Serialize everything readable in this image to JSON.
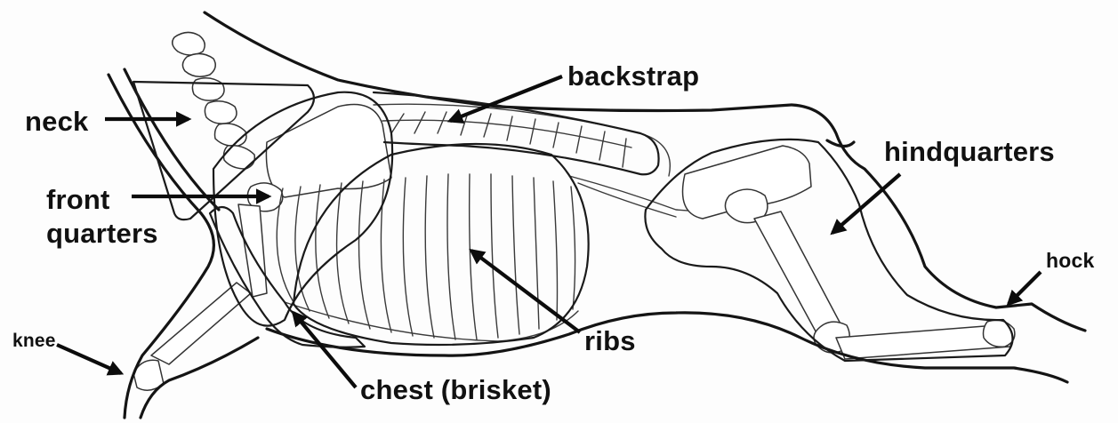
{
  "labels": {
    "neck": "neck",
    "backstrap": "backstrap",
    "hindquarters": "hindquarters",
    "front_line1": "front",
    "front_line2": "quarters",
    "hock": "hock",
    "knee": "knee",
    "ribs": "ribs",
    "chest": "chest (brisket)"
  },
  "colors": {
    "ink": "#141414",
    "paper": "#fdfdfd"
  }
}
